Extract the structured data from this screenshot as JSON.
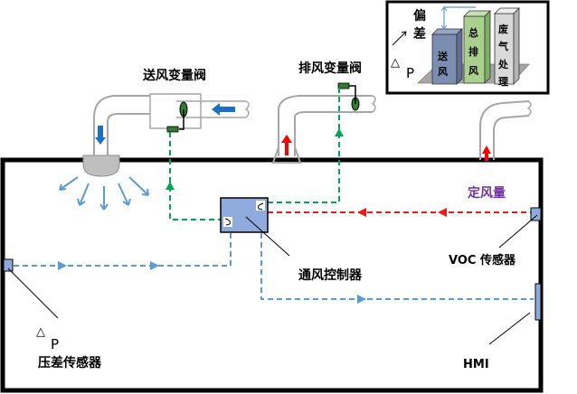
{
  "labels": {
    "supply_valve": "送风变量阀",
    "exhaust_valve": "排风变量阀",
    "constant_volume": "定风量",
    "controller": "通风控制器",
    "voc_sensor": "VOC 传感器",
    "pressure_sensor": "压差传感器",
    "hmi": "HMI",
    "delta": "△",
    "p": "P"
  },
  "inset": {
    "deviation_label_1": "偏",
    "deviation_label_2": "差",
    "delta": "△",
    "p": "P",
    "bars": [
      {
        "name": "supply-air",
        "chars": [
          "送",
          "风"
        ],
        "color": "#7b8db0"
      },
      {
        "name": "total-exhaust",
        "chars": [
          "总",
          "排",
          "风"
        ],
        "color": "#a9d08e"
      },
      {
        "name": "waste-gas",
        "chars": [
          "废",
          "气",
          "处",
          "理"
        ],
        "color": "#d9d9d9"
      }
    ]
  },
  "colors": {
    "supply_flow": "#1f6fbf",
    "exhaust_flow": "#ff0000",
    "control_signal": "#00a651",
    "sensor_signal": "#5b9bd5",
    "voc_signal": "#e81b1b",
    "controller_fill": "#8faadc",
    "purple_label": "#7030a0"
  }
}
